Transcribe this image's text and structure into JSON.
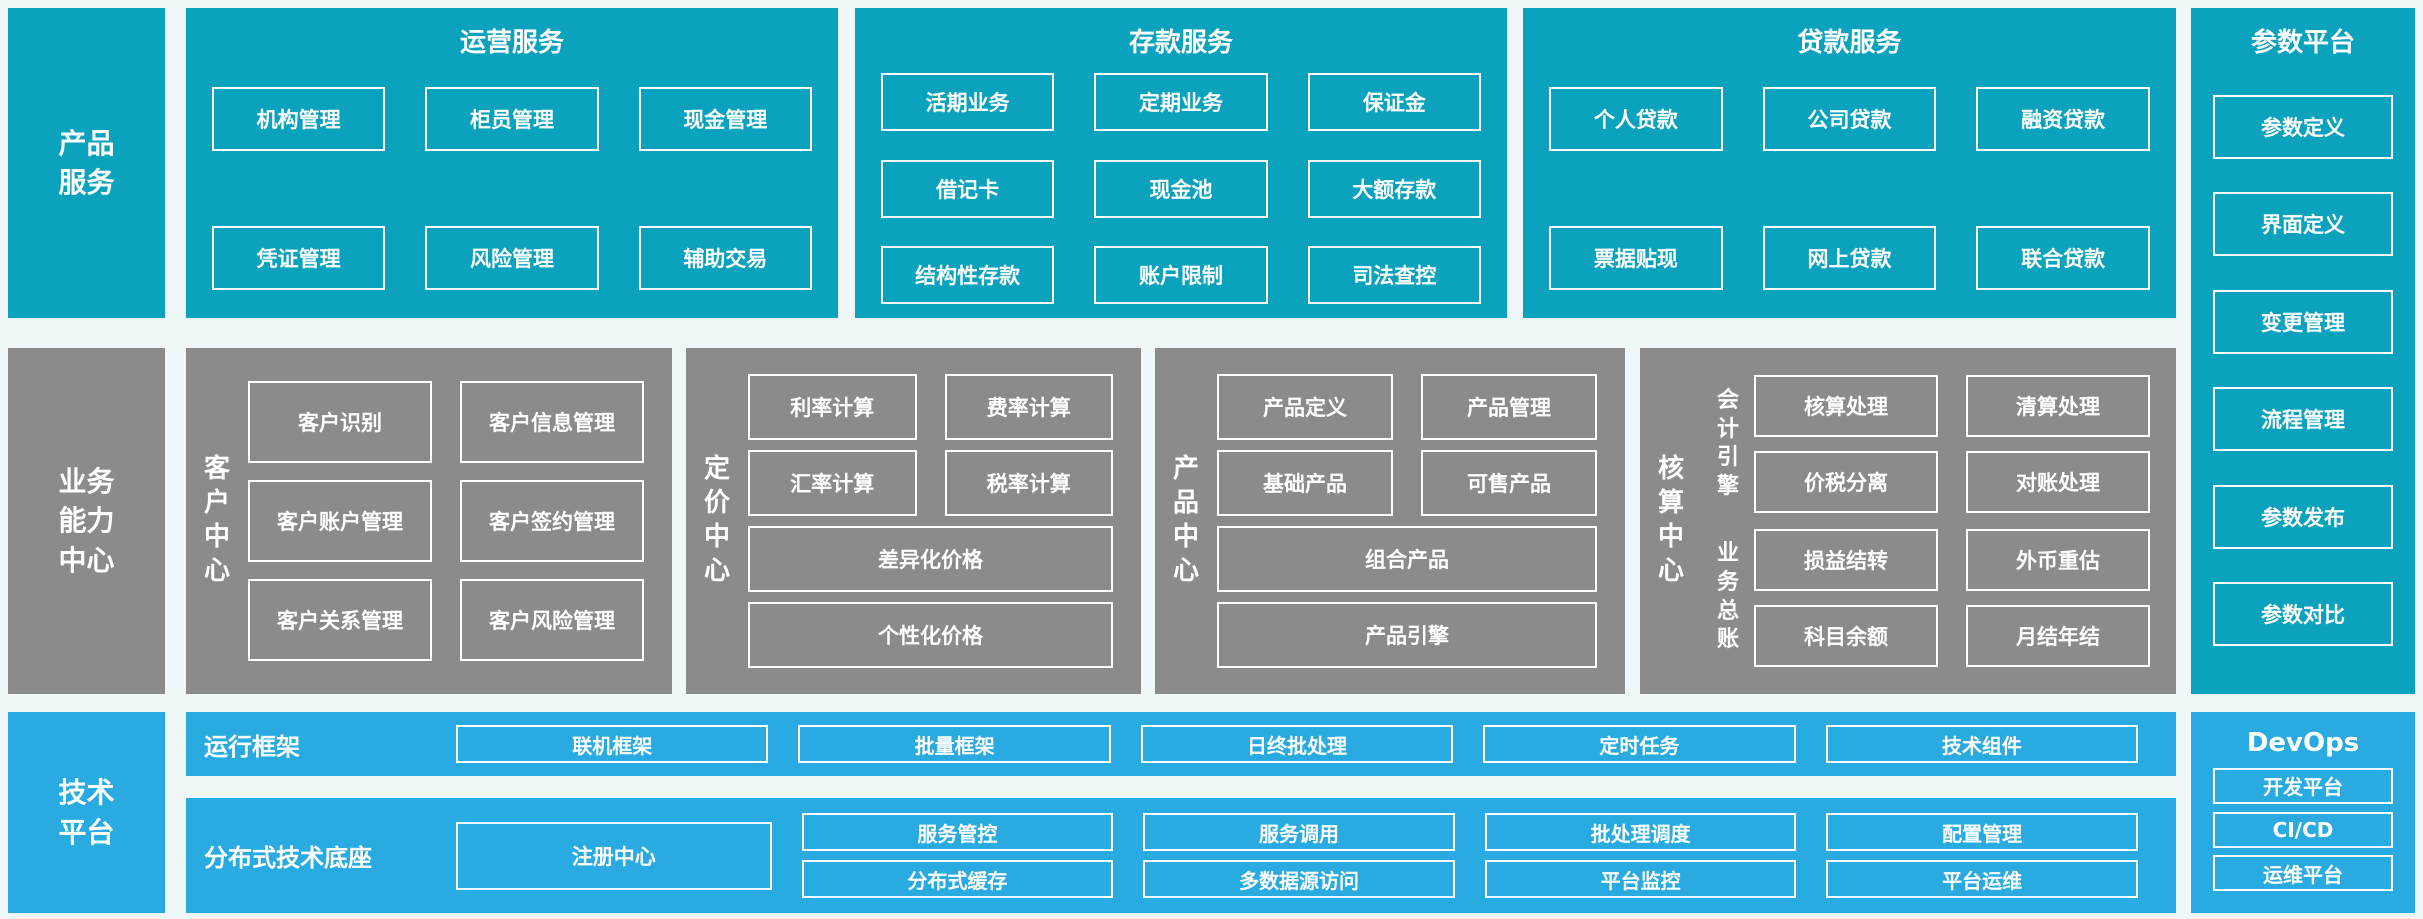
{
  "colors": {
    "teal": "#0AA2BC",
    "blue": "#29ABE2",
    "gray": "#8B8B8B",
    "background": "#EFF7F9",
    "box_border": "#FFFFFF",
    "text": "#FFFFFF"
  },
  "left_rail": {
    "product_services_label": "产品服务",
    "business_capability_label": "业务能力中心",
    "tech_platform_label": "技术平台"
  },
  "top_row": {
    "sections": [
      {
        "title": "运营服务",
        "items": [
          "机构管理",
          "柜员管理",
          "现金管理",
          "凭证管理",
          "风险管理",
          "辅助交易"
        ]
      },
      {
        "title": "存款服务",
        "items": [
          "活期业务",
          "定期业务",
          "保证金",
          "借记卡",
          "现金池",
          "大额存款",
          "结构性存款",
          "账户限制",
          "司法查控"
        ]
      },
      {
        "title": "贷款服务",
        "items": [
          "个人贷款",
          "公司贷款",
          "融资贷款",
          "票据贴现",
          "网上贷款",
          "联合贷款"
        ]
      }
    ]
  },
  "param_platform": {
    "title": "参数平台",
    "items": [
      "参数定义",
      "界面定义",
      "变更管理",
      "流程管理",
      "参数发布",
      "参数对比"
    ]
  },
  "middle_row": {
    "customer_center": {
      "title": "客户中心",
      "items": [
        "客户识别",
        "客户信息管理",
        "客户账户管理",
        "客户签约管理",
        "客户关系管理",
        "客户风险管理"
      ]
    },
    "pricing_center": {
      "title": "定价中心",
      "items": [
        "利率计算",
        "费率计算",
        "汇率计算",
        "税率计算"
      ],
      "wide_items": [
        "差异化价格",
        "个性化价格"
      ]
    },
    "product_center": {
      "title": "产品中心",
      "items": [
        "产品定义",
        "产品管理",
        "基础产品",
        "可售产品"
      ],
      "wide_items": [
        "组合产品",
        "产品引擎"
      ]
    },
    "accounting_center": {
      "title": "核算中心",
      "groups": [
        {
          "label": "会计引擎",
          "items": [
            "核算处理",
            "清算处理",
            "价税分离",
            "对账处理"
          ]
        },
        {
          "label": "业务总账",
          "items": [
            "损益结转",
            "外币重估",
            "科目余额",
            "月结年结"
          ]
        }
      ]
    }
  },
  "tech_platform": {
    "runtime": {
      "label": "运行框架",
      "items": [
        "联机框架",
        "批量框架",
        "日终批处理",
        "定时任务",
        "技术组件"
      ]
    },
    "distributed": {
      "label": "分布式技术底座",
      "registry": "注册中心",
      "columns": [
        [
          "服务管控",
          "分布式缓存"
        ],
        [
          "服务调用",
          "多数据源访问"
        ],
        [
          "批处理调度",
          "平台监控"
        ],
        [
          "配置管理",
          "平台运维"
        ]
      ]
    },
    "devops": {
      "title": "DevOps",
      "items": [
        "开发平台",
        "CI/CD",
        "运维平台"
      ]
    }
  }
}
